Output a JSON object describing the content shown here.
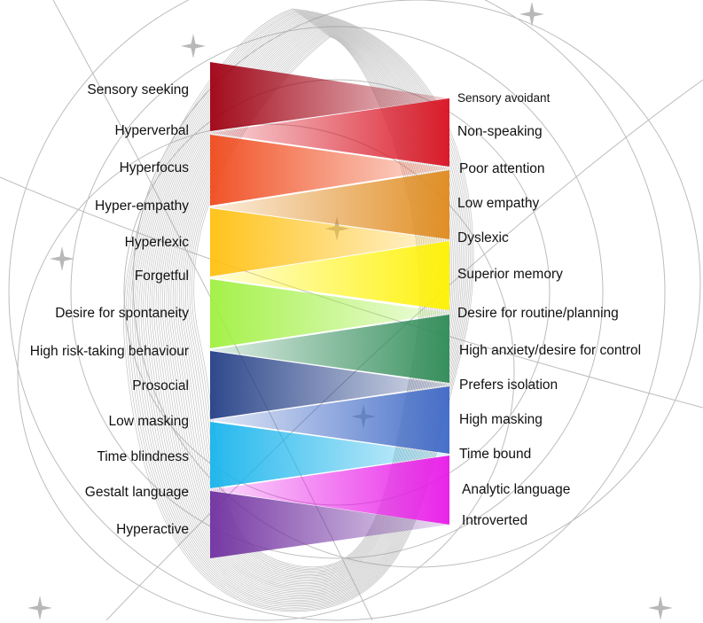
{
  "left_traits": [
    "Sensory seeking",
    "Hyperverbal",
    "Hyperfocus",
    "Hyper-empathy",
    "Hyperlexic",
    "Forgetful",
    "Desire for spontaneity",
    "High risk-taking behaviour",
    "Prosocial",
    "Low masking",
    "Time blindness",
    "Gestalt language",
    "Hyperactive"
  ],
  "right_traits": [
    "Sensory avoidant",
    "Non-speaking",
    "Poor attention",
    "Low empathy",
    "Dyslexic",
    "Superior memory",
    "Desire for routine/planning",
    "High anxiety/desire for control",
    "Prefers isolation",
    "High masking",
    "Time bound",
    "Analytic language",
    "Introverted"
  ],
  "left_band_colors": [
    "#a00012",
    "#f04a1c",
    "#ffc010",
    "#a0f040",
    "#243f86",
    "#18b4ec",
    "#7030a0"
  ],
  "right_band_colors": [
    "#d81020",
    "#e08a1c",
    "#fff200",
    "#2e8b57",
    "#3d68c6",
    "#e818e8"
  ]
}
